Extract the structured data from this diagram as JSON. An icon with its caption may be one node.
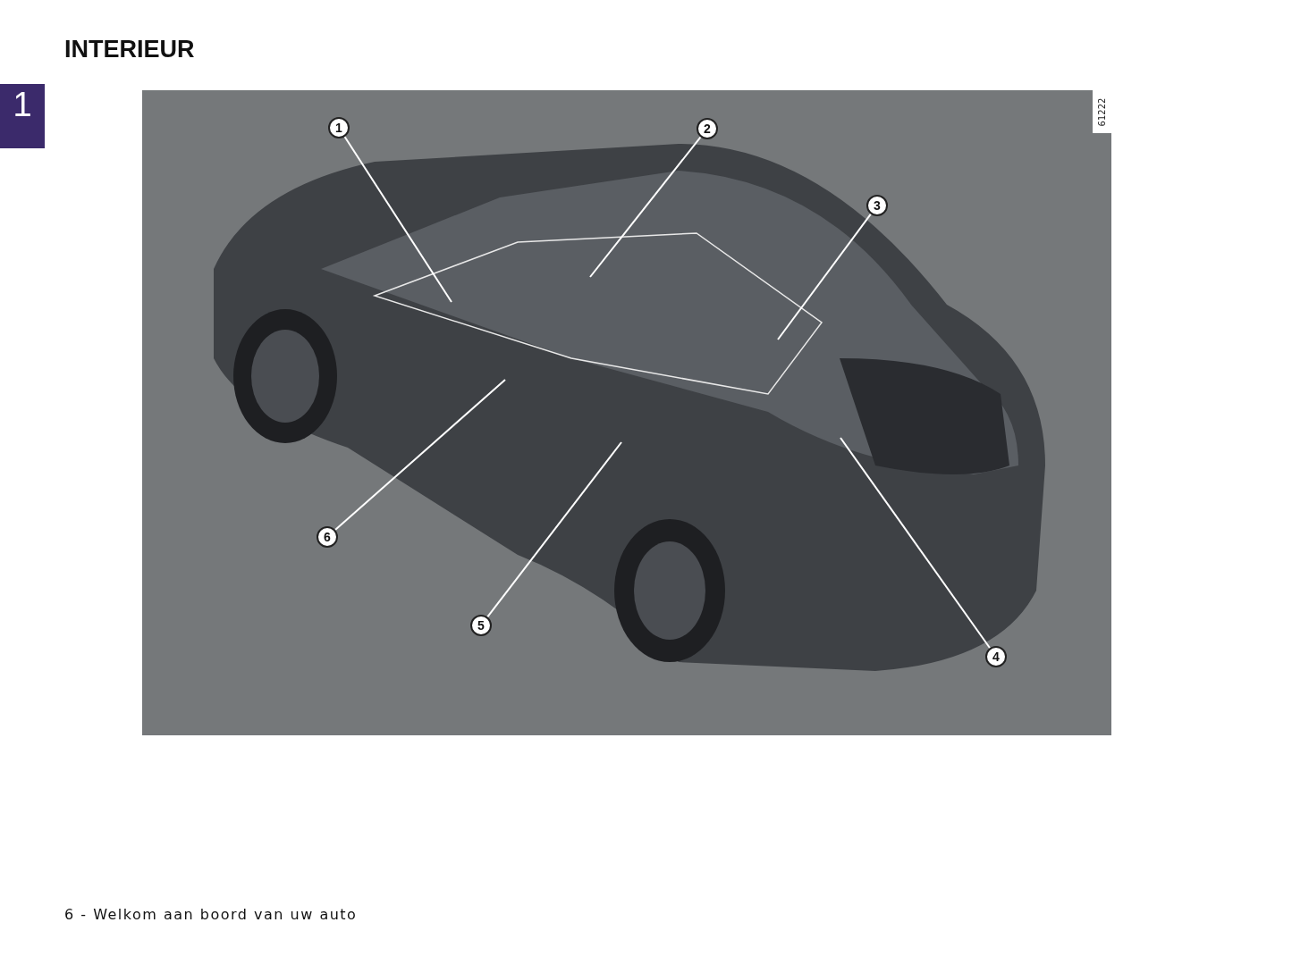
{
  "diagram": {
    "title": "INTERIEUR",
    "nodes": [
      {
        "text": [
          "1"
        ]
      },
      {
        "text": [
          "2"
        ]
      },
      {
        "text": [
          "3"
        ]
      },
      {
        "text": [
          "4"
        ]
      },
      {
        "text": [
          "5"
        ]
      },
      {
        "text": [
          "6"
        ]
      }
    ],
    "edges": [
      {
        "from": 0,
        "to": null,
        "arrow": "none"
      },
      {
        "from": 1,
        "to": null,
        "arrow": "none"
      },
      {
        "from": 2,
        "to": null,
        "arrow": "none"
      },
      {
        "from": 3,
        "to": null,
        "arrow": "none"
      },
      {
        "from": 4,
        "to": null,
        "arrow": "none"
      },
      {
        "from": 5,
        "to": null,
        "arrow": "none"
      }
    ],
    "labels": [
      "1",
      "61222",
      "6 - Welkom aan boord van uw auto"
    ]
  }
}
